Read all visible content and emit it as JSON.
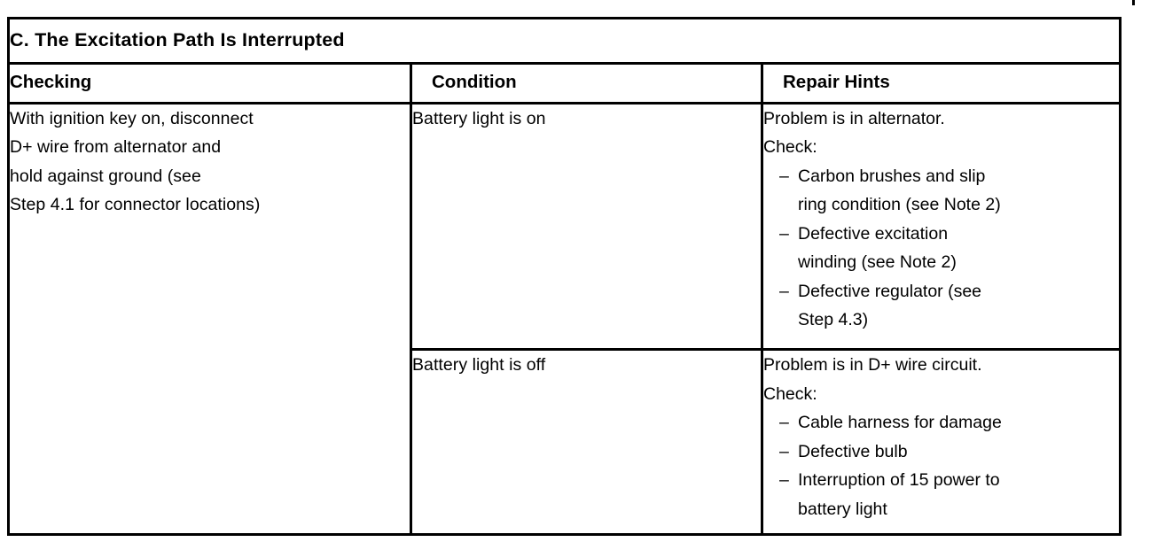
{
  "document": {
    "section_title": "C.  The Excitation Path Is Interrupted"
  },
  "table": {
    "headers": {
      "checking": "Checking",
      "condition": "Condition",
      "repair_hints": "Repair Hints"
    },
    "checking_cell": {
      "lines": [
        "With ignition key on, disconnect",
        "D+ wire from alternator and",
        "hold against ground (see",
        "Step 4.1 for connector locations)"
      ]
    },
    "rows": [
      {
        "condition": "Battery light is on",
        "repair": {
          "intro_lines": [
            "Problem is in alternator.",
            "Check:"
          ],
          "items": [
            {
              "dash": "–",
              "first": "Carbon brushes and slip",
              "cont": [
                "ring condition (see Note 2)"
              ]
            },
            {
              "dash": "–",
              "first": "Defective excitation",
              "cont": [
                "winding (see Note 2)"
              ]
            },
            {
              "dash": "–",
              "first": "Defective regulator (see",
              "cont": [
                "Step 4.3)"
              ]
            }
          ]
        }
      },
      {
        "condition": "Battery light is off",
        "repair": {
          "intro_lines": [
            "Problem is in D+ wire circuit.",
            "Check:"
          ],
          "items": [
            {
              "dash": "–",
              "first": "Cable harness for damage",
              "cont": []
            },
            {
              "dash": "–",
              "first": "Defective bulb",
              "cont": []
            },
            {
              "dash": "–",
              "first": "Interruption of 15 power to",
              "cont": [
                "battery light"
              ]
            }
          ]
        }
      }
    ]
  },
  "colors": {
    "ink": "#000000",
    "paper": "#ffffff"
  }
}
